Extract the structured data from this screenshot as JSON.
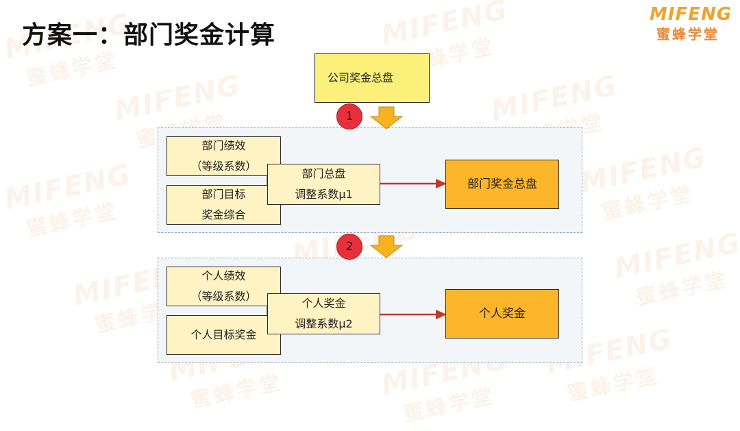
{
  "title": "方案一：部门奖金计算",
  "logo": {
    "en": "MIFENG",
    "zh": "蜜蜂学堂"
  },
  "watermark": {
    "en": "MIFENG",
    "zh": "蜜蜂学堂"
  },
  "top_box": "公司奖金总盘",
  "steps": {
    "one": "1",
    "two": "2"
  },
  "dept": {
    "perf_line1": "部门绩效",
    "perf_line2": "（等级系数）",
    "target_line1": "部门目标",
    "target_line2": "奖金综合",
    "adj_line1": "部门总盘",
    "adj_line2": "调整系数μ1",
    "result": "部门奖金总盘"
  },
  "person": {
    "perf_line1": "个人绩效",
    "perf_line2": "（等级系数）",
    "target": "个人目标奖金",
    "adj_line1": "个人奖金",
    "adj_line2": "调整系数μ2",
    "result": "个人奖金"
  },
  "colors": {
    "arrow_red": "#c0392b",
    "arrow_orange": "#f7b21f",
    "step_red": "#e8303a"
  }
}
